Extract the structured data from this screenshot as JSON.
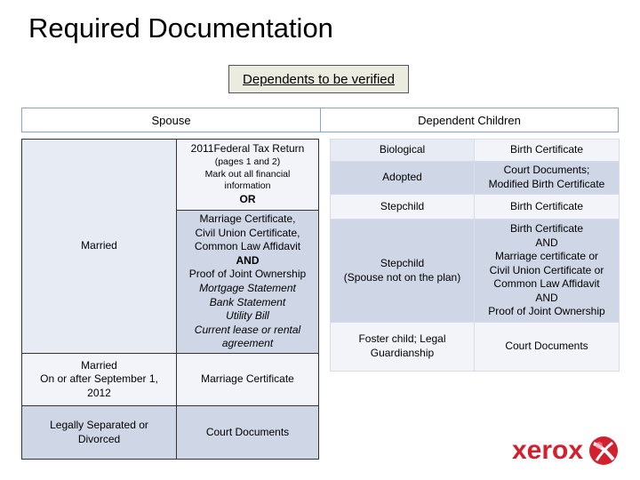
{
  "title": "Required Documentation",
  "verify_box": "Dependents to be verified",
  "headers": {
    "spouse": "Spouse",
    "children": "Dependent Children"
  },
  "spouse_table": {
    "married_label": "Married",
    "tax_return": {
      "line1": "2011Federal Tax Return",
      "line2": "(pages 1 and 2)",
      "line3": "Mark out all financial",
      "line4": "information",
      "or": "OR"
    },
    "marriage_docs": {
      "l1": "Marriage Certificate,",
      "l2": "Civil Union Certificate,",
      "l3": "Common Law Affidavit",
      "and": "AND",
      "l4": "Proof of Joint Ownership",
      "i1": "Mortgage Statement",
      "i2": "Bank Statement",
      "i3": "Utility Bill",
      "i4": "Current lease or rental",
      "i5": "agreement"
    },
    "married_after": {
      "l1": "Married",
      "l2": "On or after September 1,",
      "l3": "2012"
    },
    "married_after_doc": "Marriage Certificate",
    "separated": {
      "l1": "Legally Separated or",
      "l2": "Divorced"
    },
    "separated_doc": "Court Documents"
  },
  "children_table": {
    "rows": [
      {
        "type": "Biological",
        "doc": "Birth Certificate"
      },
      {
        "type": "Adopted",
        "doc1": "Court Documents;",
        "doc2": "Modified Birth Certificate"
      },
      {
        "type": "Stepchild",
        "doc": "Birth Certificate"
      },
      {
        "type1": "Stepchild",
        "type2": "(Spouse not on the plan)",
        "d1": "Birth Certificate",
        "d2": "AND",
        "d3": "Marriage certificate or",
        "d4": "Civil Union Certificate or",
        "d5": "Common Law Affidavit",
        "d6": "AND",
        "d7": "Proof of  Joint Ownership"
      },
      {
        "type1": "Foster child; Legal",
        "type2": "Guardianship",
        "doc": "Court Documents"
      }
    ]
  },
  "logo": {
    "text": "xerox",
    "icon": "xerox-sphere-logo",
    "color": "#d2202f"
  }
}
